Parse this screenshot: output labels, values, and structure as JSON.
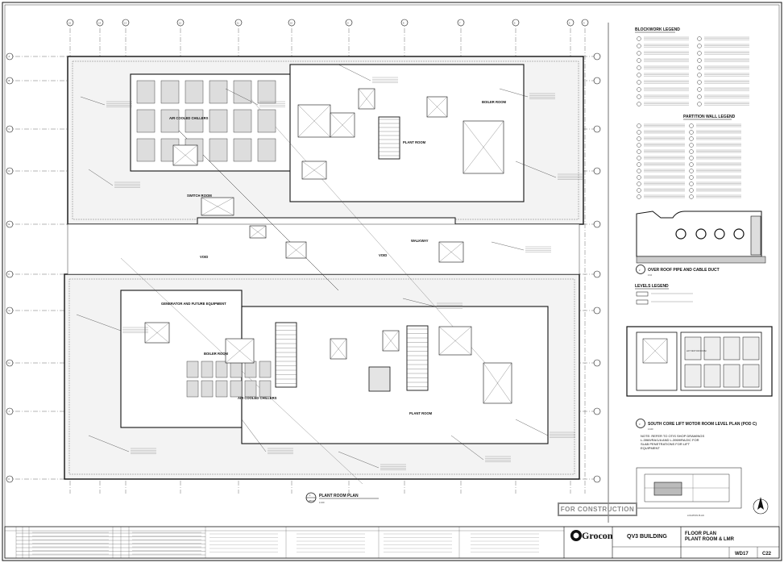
{
  "sheet": {
    "firm": "Grocon",
    "building": "QV3 BUILDING",
    "drawing_title_line1": "FLOOR PLAN",
    "drawing_title_line2": "PLANT ROOM & LMR",
    "drawing_number": "WD17",
    "revision": "C22",
    "stage_stamp": "FOR CONSTRUCTION"
  },
  "plans": {
    "main_title": "PLANT ROOM PLAN",
    "main_scale": "1:100",
    "detail1_title": "OVER ROOF PIPE AND CABLE DUCT",
    "detail1_scale": "1:10",
    "detail2_title": "SOUTH CORE LIFT MOTOR ROOM LEVEL PLAN (POD C)",
    "detail2_scale": "1:100",
    "location_plan": "LOCATION PLAN"
  },
  "legends": {
    "blockwork": "BLOCKWORK LEGEND",
    "partition": "PARTITION WALL LEGEND",
    "levels": "LEVELS LEGEND"
  },
  "rooms": {
    "air_cooled_chillers_1": "AIR COOLED CHILLERS",
    "air_cooled_chillers_2": "AIR COOLED CHILLERS",
    "plant_room_1": "PLANT ROOM",
    "plant_room_2": "PLANT ROOM",
    "boiler_room_1": "BOILER ROOM",
    "boiler_room_2": "BOILER ROOM",
    "switch_room": "SWITCH ROOM",
    "generator": "GENERATOR AND FUTURE EQUIPMENT",
    "void_1": "VOID",
    "void_2": "VOID",
    "walkway": "WALKWAY",
    "lmr": "LIFT MOTOR ROOM"
  },
  "notes": {
    "lift_note": "NOTE: REFER TO OTIS SHOP DRAWINGS L-3969/RA/1/A AND L-3969/RA/2/C FOR SLAB PENETRATIONS FOR LIFT EQUIPMENT"
  },
  "grid_labels": [
    "15",
    "14",
    "13",
    "12",
    "11",
    "10",
    "9",
    "8",
    "7",
    "6",
    "5",
    "4",
    "3",
    "2",
    "1"
  ],
  "row_labels": [
    "A",
    "B",
    "C",
    "D",
    "E",
    "F",
    "G",
    "H",
    "J",
    "K"
  ]
}
